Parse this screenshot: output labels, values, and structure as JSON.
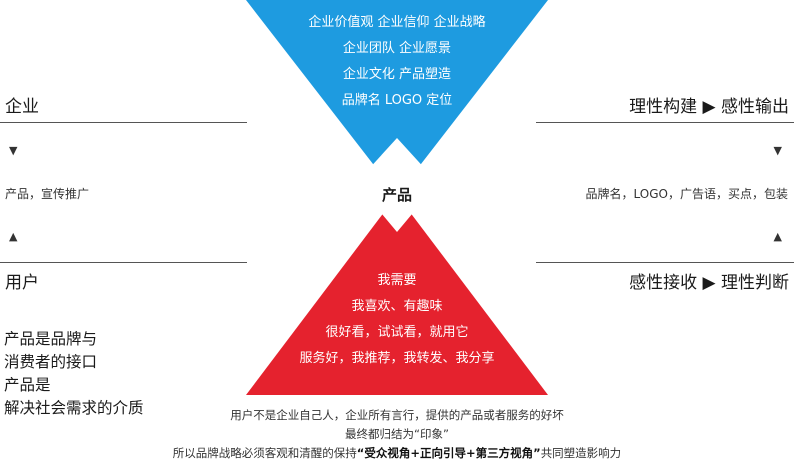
{
  "top_triangle": {
    "lines": [
      "企业价值观  企业信仰  企业战略",
      "企业团队  企业愿景",
      "企业文化  产品塑造",
      "品牌名  LOGO  定位"
    ],
    "color": "#1E9BE0"
  },
  "bottom_triangle": {
    "lines": [
      "我需要",
      "我喜欢、有趣味",
      "很好看，试试看，就用它",
      "服务好，我推荐，我转发、我分享"
    ],
    "color": "#E5222E"
  },
  "center": {
    "label": "产品"
  },
  "left": {
    "top_heading": "企业",
    "down_arrow": "▼",
    "middle_text": "产品，宣传推广",
    "up_arrow": "▲",
    "bottom_heading": "用户",
    "quote_lines": [
      "产品是品牌与",
      "消费者的接口",
      "产品是",
      "解决社会需求的介质"
    ]
  },
  "right": {
    "top_heading": "理性构建 ▶ 感性输出",
    "down_arrow": "▼",
    "middle_text": "品牌名，LOGO，广告语，买点，包装",
    "up_arrow": "▲",
    "bottom_heading": "感性接收 ▶ 理性判断"
  },
  "footer": {
    "line1": "用户不是企业自己人，企业所有言行，提供的产品或者服务的好坏",
    "line2": "最终都归结为“印象”",
    "line3_pre": "所以品牌战略必须客观和清醒的保持",
    "line3_bold": "“受众视角+正向引导+第三方视角”",
    "line3_post": "共同塑造影响力"
  }
}
